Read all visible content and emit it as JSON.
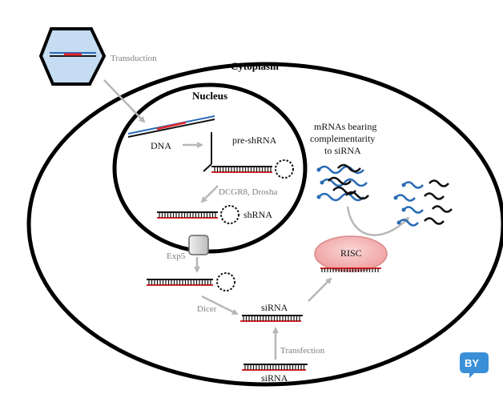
{
  "labels": {
    "cytoplasm": "Cytoplasm",
    "nucleus": "Nucleus",
    "transduction": "Transduction",
    "dna": "DNA",
    "pre_shrna": "pre-shRNA",
    "dcgr8_drosha": "DCGR8, Drosha",
    "shrna": "shRNA",
    "exp5": "Exp5",
    "dicer": "Dicer",
    "sirna_cytoplasm": "siRNA",
    "sirna_bottom": "siRNA",
    "transfection": "Transfection",
    "risc": "RISC",
    "mrna_line1": "mRNAs bearing",
    "mrna_line2": "complementarity",
    "mrna_line3": "to siRNA"
  },
  "badge": {
    "text": "BY"
  },
  "colors": {
    "outline": "#000000",
    "arrow": "#b7b7b7",
    "red_strand": "#e0252b",
    "blue_strand": "#2a6bb5",
    "risc_fill": "#f7b9b9",
    "risc_stroke": "#d88a8a",
    "hexagon_fill": "#c5dcf2",
    "exp5_fill": "#d0d0d0",
    "badge_fill": "#3a8fd8"
  }
}
